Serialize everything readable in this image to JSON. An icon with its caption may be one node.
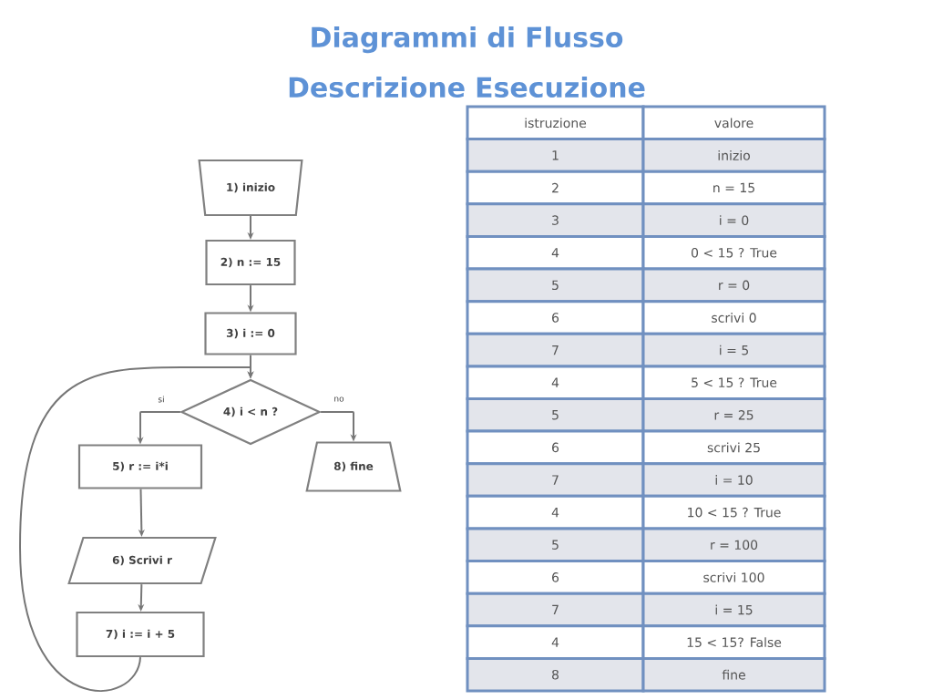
{
  "diagram": {
    "title": "Diagrammi di Flusso Descrizione Esecuzione",
    "nodes": [
      {
        "text": [
          "1) inizio"
        ]
      },
      {
        "text": [
          "2) n := 15"
        ]
      },
      {
        "text": [
          "3) i := 0"
        ]
      },
      {
        "text": [
          "4) i < n ?"
        ]
      },
      {
        "text": [
          "5) r := i*i"
        ]
      },
      {
        "text": [
          "6) Scrivi r"
        ]
      },
      {
        "text": [
          "7) i := i + 5"
        ]
      },
      {
        "text": [
          "8) fine"
        ]
      }
    ],
    "edges": [
      {
        "from": 0,
        "to": 1,
        "arrow": "to"
      },
      {
        "from": 1,
        "to": 2,
        "arrow": "to"
      },
      {
        "from": 2,
        "to": 3,
        "arrow": "to"
      },
      {
        "from": 3,
        "to": 4,
        "arrow": "to",
        "label": "si"
      },
      {
        "from": 3,
        "to": 7,
        "arrow": "to",
        "label": "no"
      },
      {
        "from": 4,
        "to": 5,
        "arrow": "to"
      },
      {
        "from": 5,
        "to": 6,
        "arrow": "to"
      },
      {
        "from": 6,
        "to": 3,
        "arrow": "to"
      }
    ],
    "labels": [
      "istruzione",
      "valore",
      "1",
      "inizio",
      "2",
      "n = 15",
      "3",
      "i = 0",
      "4",
      "0 < 15 ? True",
      "5",
      "r = 0",
      "6",
      "scrivi 0",
      "7",
      "i = 5",
      "4",
      "5 < 15 ? True",
      "5",
      "r = 25",
      "6",
      "scrivi 25",
      "7",
      "i = 10",
      "4",
      "10 < 15 ? True",
      "5",
      "r = 100",
      "6",
      "scrivi 100",
      "7",
      "i = 15",
      "4",
      "15 < 15? False",
      "8",
      "fine"
    ]
  }
}
